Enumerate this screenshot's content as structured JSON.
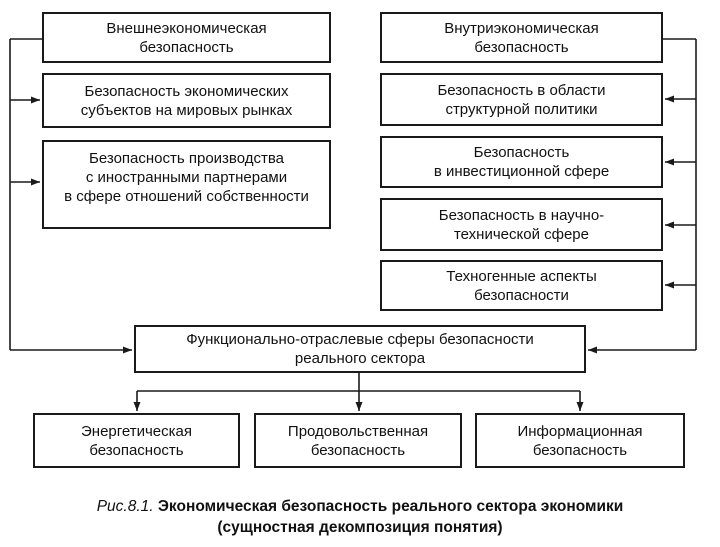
{
  "diagram": {
    "left_boxes": [
      "Внешнеэкономическая\nбезопасность",
      "Безопасность экономических\nсубъектов на мировых рынках",
      "Безопасность производства\nс иностранными партнерами\nв сфере отношений собственности"
    ],
    "right_boxes": [
      "Внутриэкономическая\nбезопасность",
      "Безопасность в области\nструктурной политики",
      "Безопасность\nв инвестиционной сфере",
      "Безопасность в научно-\nтехнической сфере",
      "Техногенные аспекты\nбезопасности"
    ],
    "center_box": "Функционально-отраслевые сферы безопасности\nреального сектора",
    "bottom_boxes": [
      "Энергетическая\nбезопасность",
      "Продовольственная\nбезопасность",
      "Информационная\nбезопасность"
    ]
  },
  "caption": {
    "figure_label": "Рис.8.1.",
    "title_line1": "Экономическая безопасность реального сектора экономики",
    "title_line2": "(сущностная декомпозиция понятия)"
  },
  "colors": {
    "line": "#1a1a1a",
    "background": "#ffffff"
  }
}
